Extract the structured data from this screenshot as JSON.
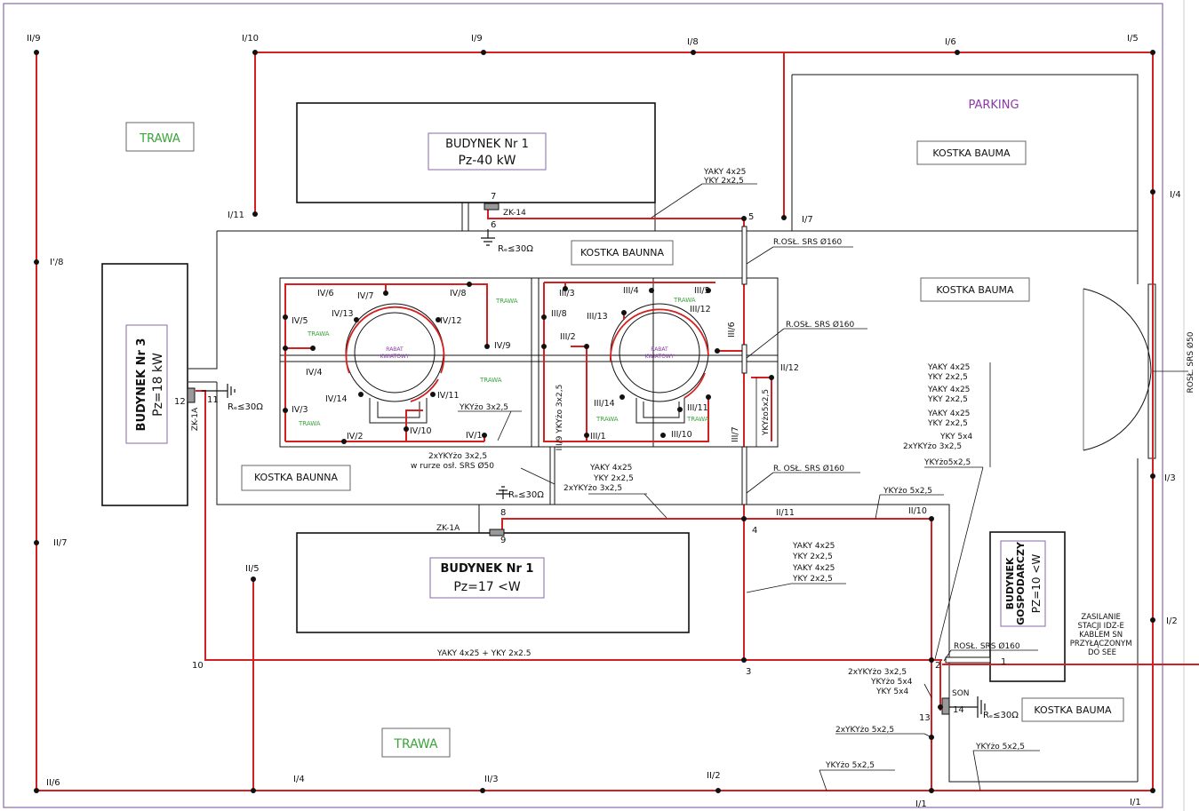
{
  "colors": {
    "cable": "#d42020",
    "outline": "#111111",
    "grass": "#3aa33a",
    "parking": "#8a3aa8",
    "box_border": "#8a6aa8"
  },
  "areas": {
    "trawa_top": "TRAWA",
    "trawa_bottom": "TRAWA",
    "parking": "PARKING",
    "small_trawa": "TRAWA"
  },
  "buildings": {
    "b1_top": {
      "name": "BUDYNEK Nr 1",
      "power": "Pz-40  kW"
    },
    "b1_bottom": {
      "name": "BUDYNEK Nr 1",
      "power": "Pz=17  <W"
    },
    "b3": {
      "name": "BUDYNEK Nr 3",
      "power": "Pz=18  kW"
    },
    "gosp": {
      "name": "BUDYNEK GOSPODARCZY",
      "power": "PZ=10  <W"
    }
  },
  "surfaces": {
    "kostka_baunna_1": "KOSTKA  BAUNNA",
    "kostka_baunna_2": "KOSTKA  BAUNNA",
    "kostka_bauma_1": "KOSTKA BAUMA",
    "kostka_bauma_2": "KOSTKA BAUMA",
    "kostka_bauma_3": "KOSTKA BAUMA"
  },
  "rabat": {
    "left": [
      "RABAT",
      "KWIATOWY"
    ],
    "right": [
      "RABAT",
      "KWIATOWY"
    ]
  },
  "poles_outer": [
    "II/9",
    "I/10",
    "I/9",
    "I/8",
    "I/6",
    "I/5",
    "I/11",
    "I/7",
    "I/4",
    "I'/8",
    "II/7",
    "II/5",
    "I/3",
    "I/2",
    "II/6",
    "I/4",
    "II/3",
    "II/2",
    "I/1",
    "I/1"
  ],
  "poles_inner": [
    "IV/6",
    "IV/7",
    "IV/8",
    "IV/5",
    "IV/13",
    "IV/12",
    "IV/9",
    "IV/4",
    "IV/14",
    "IV/11",
    "IV/3",
    "IV/2",
    "IV/10",
    "IV/1",
    "III/3",
    "III/4",
    "III/5",
    "III/8",
    "III/13",
    "III/12",
    "III/2",
    "III/6",
    "III/14",
    "III/11",
    "III/9",
    "III/1",
    "III/10",
    "III/7",
    "II/12",
    "II/11",
    "II/10"
  ],
  "nodes": {
    "n7": "7",
    "n6": "6",
    "zk14": "ZK-14",
    "n5": "5",
    "n12": "12",
    "n11": "11",
    "zk1a_v": "ZK-1A",
    "n8": "8",
    "n9": "9",
    "zk1a": "ZK-1A",
    "n4": "4",
    "n10": "10",
    "n3": "3",
    "n2": "2",
    "n1": "1",
    "n13": "13",
    "n14": "14",
    "son": "SON"
  },
  "earth": {
    "e1": "Rₑ≤30Ω",
    "e2": "Rₑ≤30Ω",
    "e3": "Rₑ≤30Ω",
    "e4": "Rₑ≤30Ω"
  },
  "cables": {
    "c1": [
      "YAKY 4x25",
      "YKY 2x2,5"
    ],
    "c2": "R.OSŁ. SRS  Ø160",
    "c3": "R.OSŁ. SRS  Ø160",
    "c4": "YKYżo 3x2,5",
    "c5": [
      "2xYKYżo  3x2,5",
      "w rurze  osł. SRS  Ø50"
    ],
    "c6": [
      "YAKY 4x25",
      "YKY  2x2,5",
      "2xYKYżo  3x2,5"
    ],
    "c7": "R. OSŁ. SRS  Ø160",
    "c8": "III/9  YKYżo 3x2,5",
    "c9": "YKYżo5x2,5",
    "c10": [
      "YAKY 4x25",
      "YKY 2x2,5",
      "YAKY 4x25",
      "YKY 2x2,5",
      "YAKY 4x25",
      "YKY 2x2,5",
      "YKY 5x4",
      "2xYKYżo 3x2,5",
      "YKYżo5x2,5"
    ],
    "c11": "YKYżo 5x2,5",
    "c12": [
      "YAKY  4x25",
      "YKY  2x2,5",
      "YAKY  4x25",
      "YKY  2x2,5"
    ],
    "c13": "YAKY 4x25  +  YKY 2x2.5",
    "c14": "ROSŁ. SRS  Ø160",
    "c15": [
      "2xYKYżo  3x2,5",
      "YKYżo  5x4",
      "YKY  5x4"
    ],
    "c16": "2xYKYżo  5x2,5",
    "c17": "YKYżo  5x2,5",
    "c18": "YKYżo  5x2,5",
    "c19": "ROSŁ. SRS  Ø50",
    "c20": [
      "ZASILANIE",
      "STACJI  IDZ-E",
      "KABLEM SN",
      "PRZYŁĄCZONYM",
      "DO SEE"
    ]
  }
}
